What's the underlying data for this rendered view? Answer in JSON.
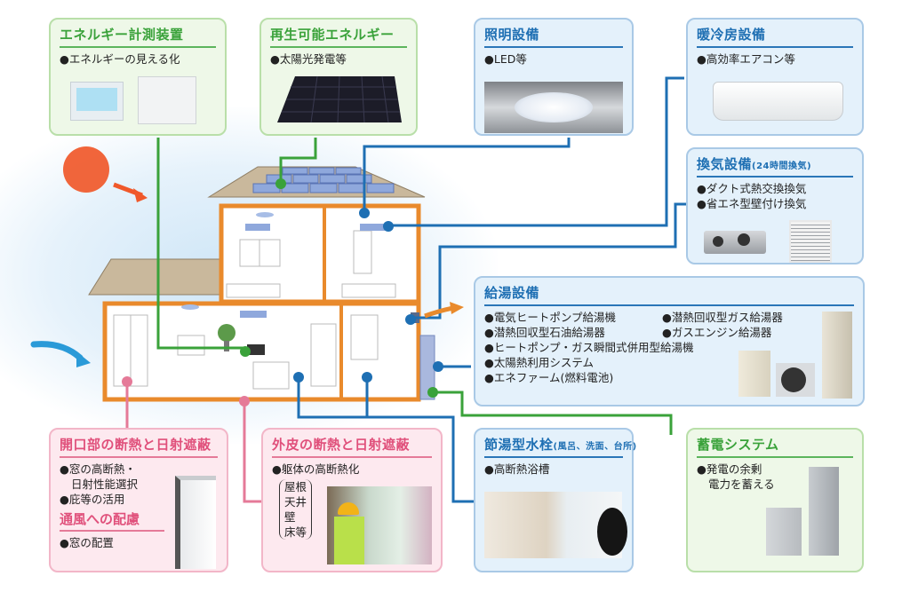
{
  "colors": {
    "green": "#3aa23a",
    "blue": "#1e6fb3",
    "pink": "#e0507b",
    "orange": "#e98a2c",
    "sun": "#f0582a",
    "wind": "#2a9ad8"
  },
  "cards": {
    "energy_meter": {
      "title": "エネルギー計測装置",
      "items": [
        "●エネルギーの見える化"
      ]
    },
    "renewable": {
      "title": "再生可能エネルギー",
      "items": [
        "●太陽光発電等"
      ]
    },
    "lighting": {
      "title": "照明設備",
      "items": [
        "●LED等"
      ]
    },
    "hvac": {
      "title": "暖冷房設備",
      "items": [
        "●高効率エアコン等"
      ]
    },
    "ventilation": {
      "title": "換気設備",
      "title_note": "(24時間換気)",
      "items": [
        "●ダクト式熱交換換気",
        "●省エネ型壁付け換気"
      ]
    },
    "hot_water": {
      "title": "給湯設備",
      "items": [
        "●電気ヒートポンプ給湯機",
        "●潜熱回収型ガス給湯器",
        "●潜熱回収型石油給湯器",
        "●ガスエンジン給湯器",
        "●ヒートポンプ・ガス瞬間式併用型給湯機",
        "●太陽熱利用システム",
        "●エネファーム(燃料電池)"
      ]
    },
    "opening_insulation": {
      "title": "開口部の断熱と日射遮蔽",
      "items": [
        "●窓の高断熱・",
        "日射性能選択",
        "●庇等の活用"
      ],
      "sub_title": "通風への配慮",
      "sub_items": [
        "●窓の配置"
      ]
    },
    "envelope_insulation": {
      "title": "外皮の断熱と日射遮蔽",
      "items": [
        "●躯体の高断熱化"
      ],
      "parts": [
        "屋根",
        "天井",
        "壁",
        "床等"
      ]
    },
    "faucet": {
      "title": "節湯型水栓",
      "title_note": "(風呂、洗面、台所)",
      "items": [
        "●高断熱浴槽"
      ]
    },
    "storage": {
      "title": "蓄電システム",
      "items": [
        "●発電の余剰",
        "電力を蓄える"
      ]
    }
  }
}
